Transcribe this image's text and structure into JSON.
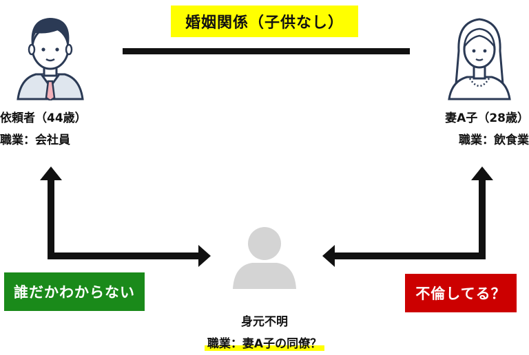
{
  "header": {
    "relationship": "婚姻関係（子供なし）"
  },
  "client": {
    "line1": "依頼者（44歳）",
    "line2": "職業：会社員"
  },
  "wife": {
    "line1": "妻A子（28歳）",
    "line2": "職業：飲食業"
  },
  "unknown": {
    "line1": "身元不明",
    "line2": "職業：妻A子の同僚？"
  },
  "badges": {
    "left": "誰だかわからない",
    "right": "不倫してる？"
  },
  "icons": {
    "client": "businessman-avatar-icon",
    "wife": "woman-avatar-icon",
    "unknown": "unknown-person-icon"
  },
  "colors": {
    "highlight": "#ffff00",
    "green": "#1a8a1a",
    "red": "#cc0000",
    "line": "#111111",
    "silhouette": "#d4d4d4",
    "navy": "#2b3a55"
  }
}
